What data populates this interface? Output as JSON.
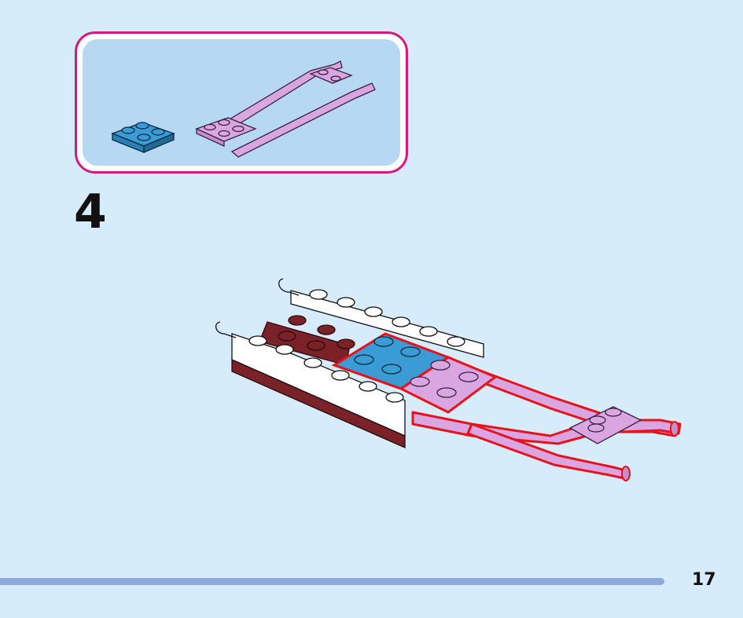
{
  "step": {
    "number": "4"
  },
  "footer": {
    "page_number": "17",
    "progress": 0.89
  },
  "parts": [
    {
      "name": "blue-plate-2x2",
      "color": "#3a9bd5",
      "quantity": null
    },
    {
      "name": "lavender-runner-sled",
      "color": "#d9a6e2",
      "quantity": null
    }
  ],
  "colors": {
    "background": "#d6ecfb",
    "callout_border": "#d8177e",
    "callout_fill": "#b6d8f2",
    "blue_plate": "#3a9bd5",
    "lavender": "#d9a6e2",
    "dark_red": "#7b2228",
    "white": "#ffffff",
    "highlight": "#e8121a",
    "progress": "#8fa9dd"
  }
}
